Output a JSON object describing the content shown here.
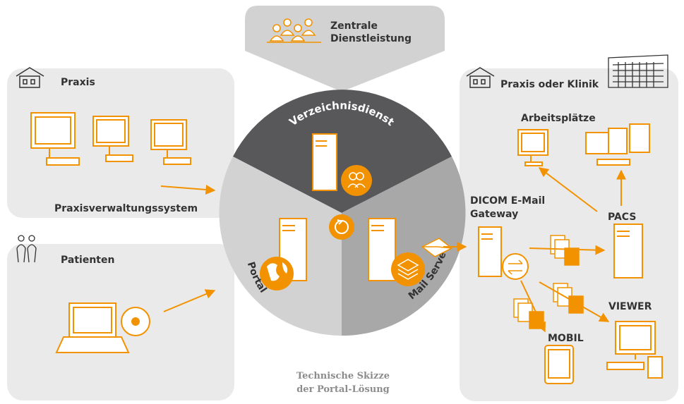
{
  "colors": {
    "orange": "#f39200",
    "panel": "#eaeaea",
    "dark": "#58585a",
    "mid": "#a8a8a8",
    "light": "#d2d2d2"
  },
  "center": {
    "top_title": "Zentrale\nDienstleistung",
    "directory": "Verzeichnisdienst",
    "portal": "Portal",
    "mail": "Mail Server",
    "sync_icon": "sync-icon"
  },
  "praxis": {
    "title": "Praxis",
    "system": "Praxisverwaltungssystem"
  },
  "patients": {
    "title": "Patienten"
  },
  "clinic": {
    "title": "Praxis oder Klinik",
    "workstations": "Arbeitsplätze",
    "gateway": "DICOM E-Mail\nGateway",
    "pacs": "PACS",
    "viewer": "VIEWER",
    "mobile": "MOBIL"
  },
  "caption": "Technische Skizze\nder Portal-Lösung"
}
